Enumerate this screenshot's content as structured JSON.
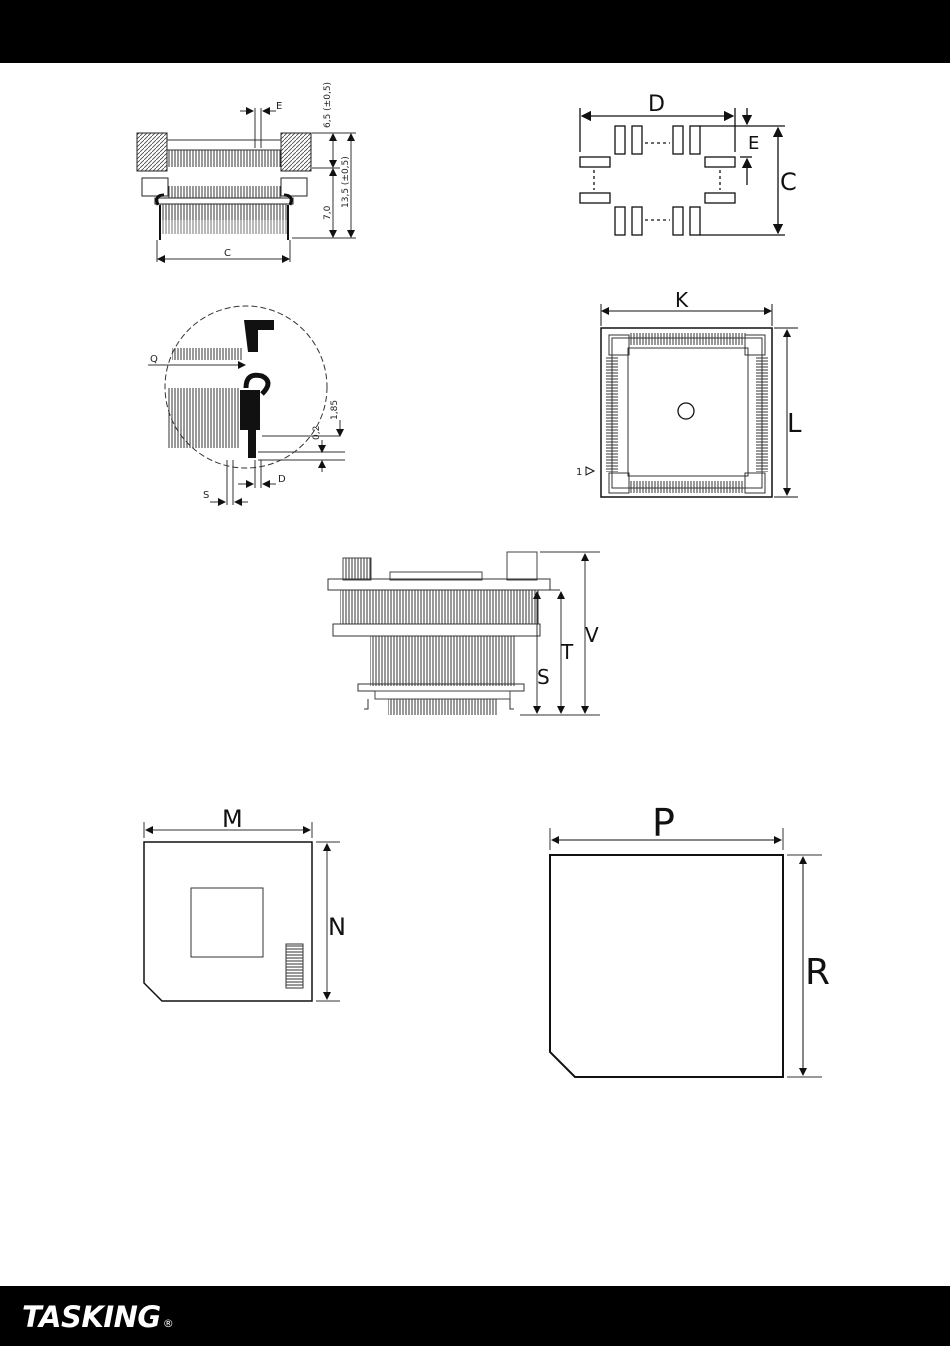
{
  "brand": {
    "logo_text": "TASKING",
    "registered_mark": "®"
  },
  "colors": {
    "bar": "#000000",
    "page": "#ffffff",
    "ink": "#111111"
  },
  "fig1": {
    "label_e": "E",
    "label_c": "C",
    "dim_top": "6,5 (±0,5)",
    "dim_mid": "13,5 (±0,5)",
    "dim_bot": "7,0"
  },
  "fig2": {
    "label_d": "D",
    "label_e": "E",
    "label_c": "C"
  },
  "fig3": {
    "label_q": "Q",
    "label_s": "S",
    "label_d": "D",
    "dim_a": "1,85",
    "dim_b": "0,2"
  },
  "fig4": {
    "label_k": "K",
    "label_l": "L",
    "pin1": "1"
  },
  "fig5": {
    "label_s": "S",
    "label_t": "T",
    "label_v": "V"
  },
  "fig6": {
    "label_m": "M",
    "label_n": "N"
  },
  "fig7": {
    "label_p": "P",
    "label_r": "R"
  }
}
